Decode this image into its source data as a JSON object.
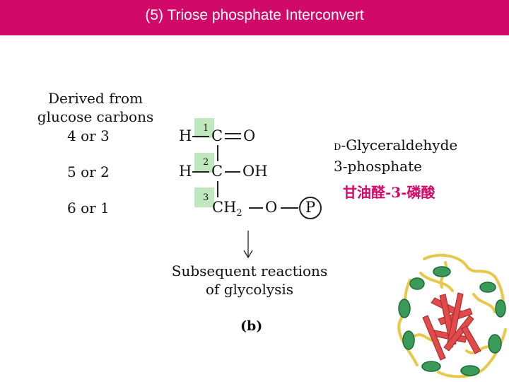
{
  "header": {
    "title": "(5) Triose phosphate Interconvert"
  },
  "derived_heading": [
    "Derived from",
    "glucose carbons"
  ],
  "carbon_labels": [
    "4 or 3",
    "5 or 2",
    "6 or 1"
  ],
  "structure": {
    "carbon_numbers": [
      "1",
      "2",
      "3"
    ],
    "row1": {
      "h": "H",
      "c": "C",
      "o": "O"
    },
    "row2": {
      "h": "H",
      "c": "C",
      "oh": "OH"
    },
    "row3": {
      "ch2": "CH",
      "sub": "2",
      "o": "O",
      "p": "P"
    }
  },
  "compound_name": {
    "prefix": "D",
    "line1": "-Glyceraldehyde",
    "line2": "3-phosphate"
  },
  "chinese_name": "甘油醛-3-磷酸",
  "subsequent": [
    "Subsequent reactions",
    "of glycolysis"
  ],
  "panel_label": "(b)",
  "colors": {
    "header": "#d10a6a",
    "carbon_box": "#bfe8bf",
    "chinese_text": "#d10a6a"
  },
  "figure": {
    "protein_image": "triose-phosphate-isomerase-ribbon"
  }
}
